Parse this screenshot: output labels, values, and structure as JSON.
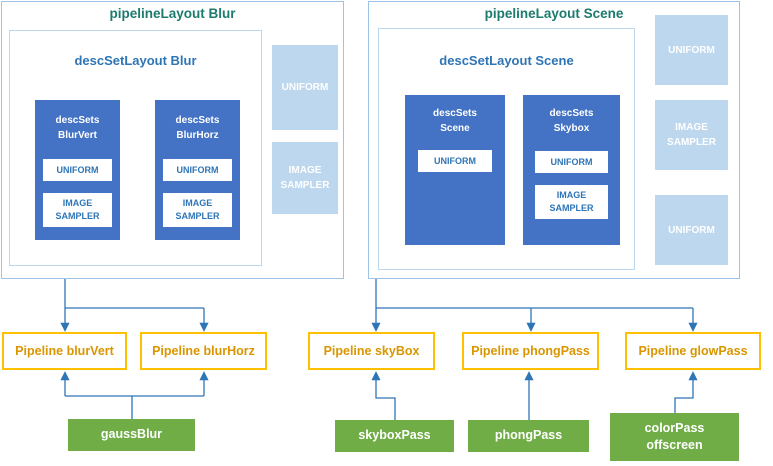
{
  "colors": {
    "outer_border": "#9dc3e6",
    "inner_border": "#bdd7ee",
    "descset_fill": "#4472c4",
    "light_binding_fill": "#bdd7ee",
    "connector_blue": "#2e75b6",
    "pipeline_border": "#ffc000",
    "pipeline_text": "#d99600",
    "pass_fill": "#70ad47",
    "layout_title_teal": "#1c7b6c",
    "descset_title_blue": "#2e75b6"
  },
  "blur": {
    "title": "pipelineLayout Blur",
    "descset_layout_title": "descSetLayout Blur",
    "sets": [
      {
        "name": "descSets\nBlurVert",
        "bindings": [
          "UNIFORM",
          "IMAGE\nSAMPLER"
        ]
      },
      {
        "name": "descSets\nBlurHorz",
        "bindings": [
          "UNIFORM",
          "IMAGE\nSAMPLER"
        ]
      }
    ],
    "side_bindings": [
      "UNIFORM",
      "IMAGE\nSAMPLER"
    ]
  },
  "scene": {
    "title": "pipelineLayout Scene",
    "descset_layout_title": "descSetLayout Scene",
    "sets": [
      {
        "name": "descSets\nScene",
        "bindings": [
          "UNIFORM"
        ]
      },
      {
        "name": "descSets\nSkybox",
        "bindings": [
          "UNIFORM",
          "IMAGE\nSAMPLER"
        ]
      }
    ],
    "side_bindings": [
      "UNIFORM",
      "IMAGE\nSAMPLER",
      "UNIFORM"
    ]
  },
  "pipelines": [
    "Pipeline blurVert",
    "Pipeline blurHorz",
    "Pipeline skyBox",
    "Pipeline phongPass",
    "Pipeline glowPass"
  ],
  "passes": [
    "gaussBlur",
    "skyboxPass",
    "phongPass",
    "colorPass\noffscreen"
  ]
}
